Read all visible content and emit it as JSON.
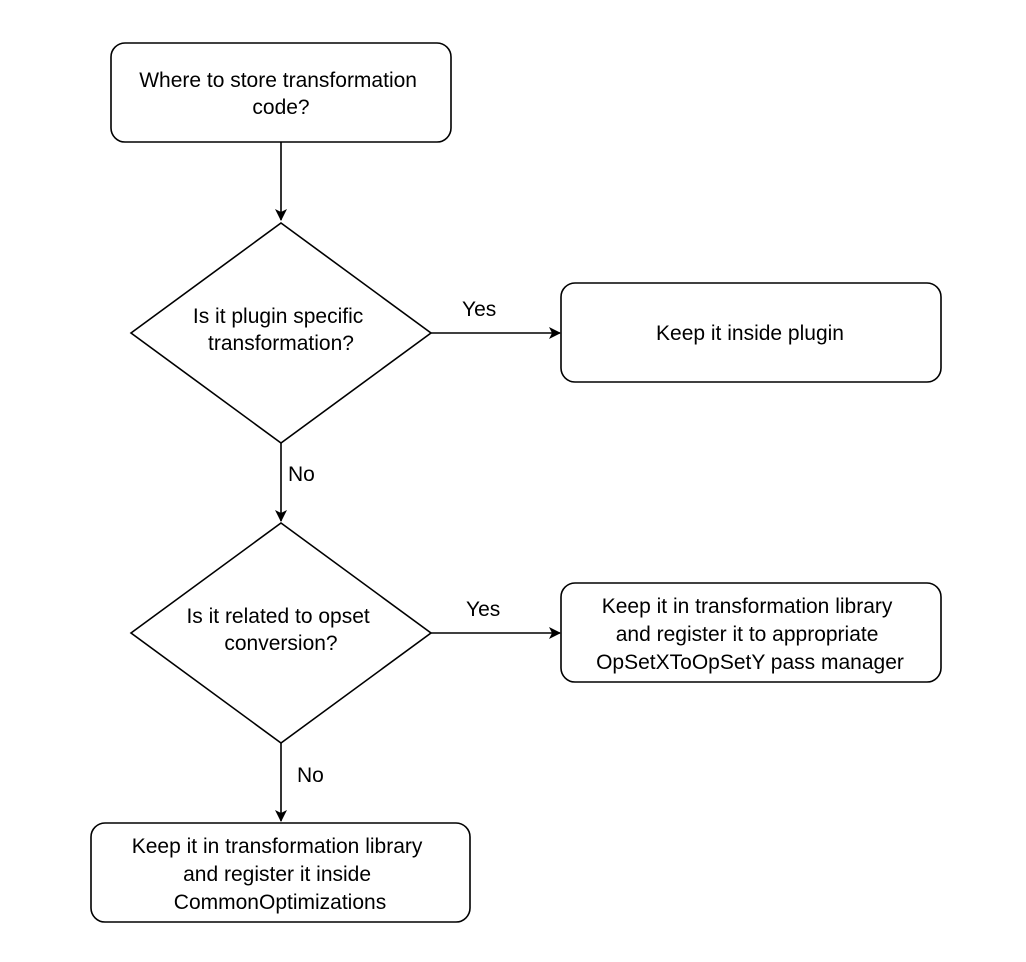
{
  "diagram": {
    "nodes": {
      "start": {
        "lines": [
          "Where to store transformation",
          "code?"
        ]
      },
      "decision_plugin": {
        "lines": [
          "Is it plugin specific",
          "transformation?"
        ]
      },
      "keep_plugin": {
        "lines": [
          "Keep it inside plugin"
        ]
      },
      "decision_opset": {
        "lines": [
          "Is it  related to opset",
          "conversion?"
        ]
      },
      "keep_opset": {
        "lines": [
          "Keep it in transformation library",
          "and register it to appropriate",
          "OpSetXToOpSetY pass manager"
        ]
      },
      "keep_common": {
        "lines": [
          "Keep it in transformation library",
          "and register it inside",
          "CommonOptimizations"
        ]
      }
    },
    "edges": {
      "plugin_yes": "Yes",
      "plugin_no": "No",
      "opset_yes": "Yes",
      "opset_no": "No"
    }
  }
}
